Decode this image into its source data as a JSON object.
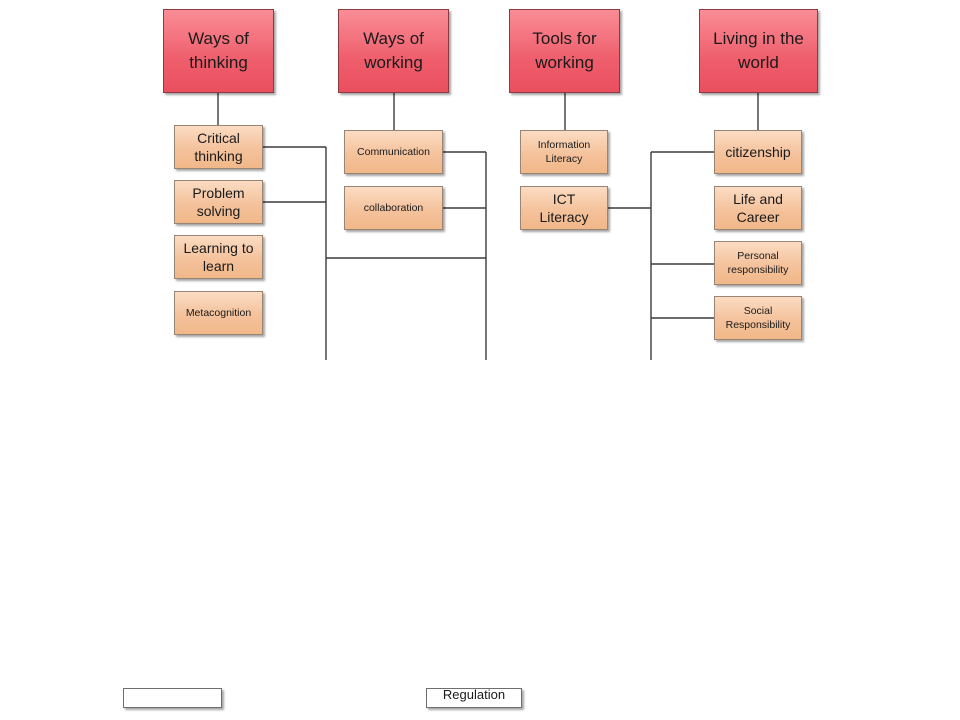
{
  "categories": {
    "thinking": "Ways of\nthinking",
    "working": "Ways of\nworking",
    "tools": "Tools for\nworking",
    "living": "Living in the\nworld"
  },
  "skills": {
    "critical_thinking": "Critical\nthinking",
    "problem_solving": "Problem\nsolving",
    "learning_to_learn": "Learning to\nlearn",
    "metacognition": "Metacognition",
    "communication": "Communication",
    "collaboration": "collaboration",
    "information_literacy": "Information\nLiteracy",
    "ict_literacy": "ICT\nLiteracy",
    "citizenship": "citizenship",
    "life_and_career": "Life and\nCareer",
    "personal_responsibility": "Personal\nresponsibility",
    "social_responsibility": "Social\nResponsibility"
  },
  "bottom_stubs": {
    "left": "",
    "right": "Regulation"
  },
  "colors": {
    "category_fill": "#ef5e6c",
    "skill_fill": "#f4c29c",
    "connector": "#3c3c3c"
  }
}
